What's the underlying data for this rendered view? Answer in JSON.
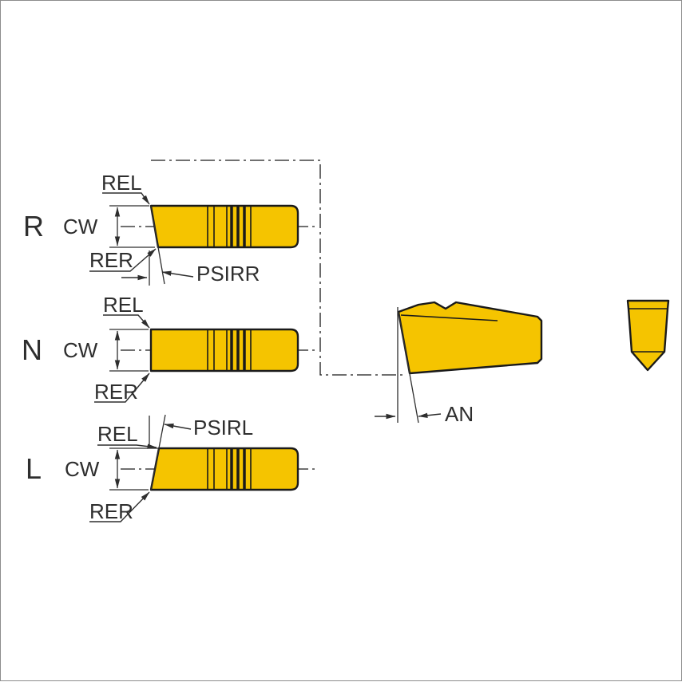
{
  "colors": {
    "insert_fill": "#F5C400",
    "outline": "#1A1A1A",
    "line": "#2E2E2E",
    "text": "#2E2E2E",
    "background": "#FFFFFF"
  },
  "views": [
    {
      "letter": "R",
      "rel": "REL",
      "cw": "CW",
      "rer": "RER",
      "angle": "PSIRR"
    },
    {
      "letter": "N",
      "rel": "REL",
      "cw": "CW",
      "rer": "RER"
    },
    {
      "letter": "L",
      "rel": "REL",
      "cw": "CW",
      "rer": "RER",
      "angle": "PSIRL"
    }
  ],
  "side_view": {
    "angle": "AN"
  }
}
